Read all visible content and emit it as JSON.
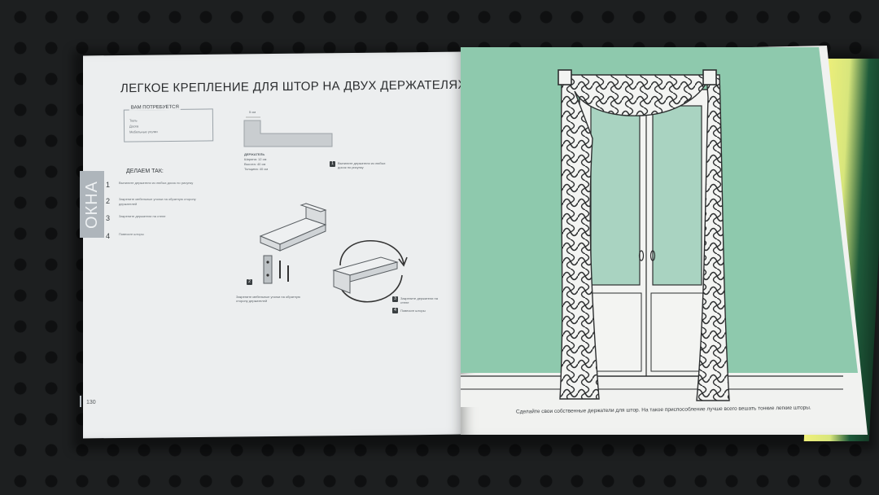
{
  "left_page": {
    "side_tab": "ОКНА",
    "title": "ЛЕГКОЕ КРЕПЛЕНИЕ ДЛЯ ШТОР НА ДВУХ ДЕРЖАТЕЛЯХ",
    "need_box": {
      "header": "ВАМ ПОТРЕБУЕТСЯ",
      "items": [
        "Тюль",
        "Доска",
        "Мебельные уголки"
      ]
    },
    "holder_spec": {
      "width_label": "5 см",
      "title": "ДЕРЖАТЕЛЬ",
      "lines": [
        "Ширина: 12 см",
        "Высота: 40 см",
        "Толщина: 40 см"
      ]
    },
    "steps_header": "ДЕЛАЕМ ТАК:",
    "steps": [
      {
        "n": "1",
        "text": "Выпилите держатели из любых досок по рисунку"
      },
      {
        "n": "2",
        "text": "Закрепите мебельные уголки на обратную сторону держателей"
      },
      {
        "n": "3",
        "text": "Закрепите держатели на стене"
      },
      {
        "n": "4",
        "text": "Повесьте шторы"
      }
    ],
    "callout_1": {
      "n": "1",
      "text": "Выпилите держатели из любых досок по рисунку"
    },
    "callout_2": {
      "n": "2",
      "text": "Закрепите мебельные уголки на обратную сторону держателей"
    },
    "callout_3": {
      "n": "3",
      "text": "Закрепите держатели на стене"
    },
    "callout_4": {
      "n": "4",
      "text": "Повесьте шторы"
    },
    "page_number": "130"
  },
  "right_page": {
    "caption": "Сделайте свои собственные держатели для штор. На такое приспособление лучше всего вешать тонкие легкие шторы."
  },
  "colors": {
    "page": "#eceeef",
    "mint": "#8ec9ad",
    "tab": "#aeb5bb",
    "ink": "#2b2d2f"
  }
}
